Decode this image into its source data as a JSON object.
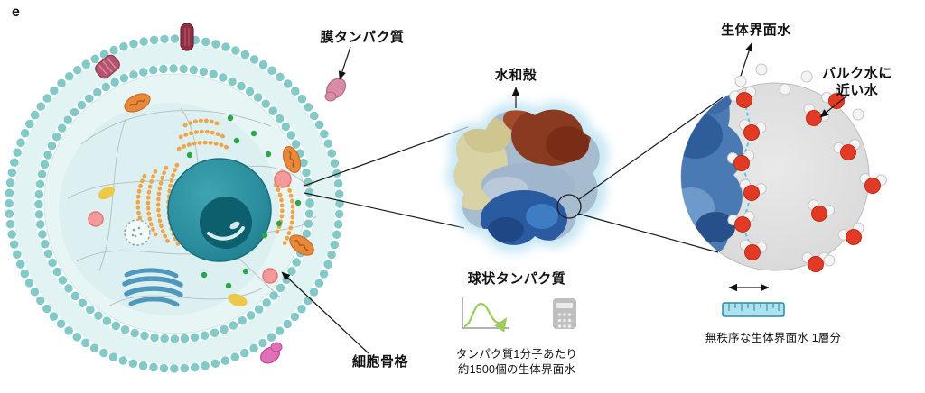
{
  "panel": {
    "label": "e"
  },
  "cell_panel": {
    "membrane_protein_label": "膜タンパク質",
    "cytoskeleton_label": "細胞骨格"
  },
  "protein_panel": {
    "hydration_shell_label": "水和殻",
    "title": "球状タンパク質",
    "caption_line1": "タンパク質1分子あたり",
    "caption_line2": "約1500個の生体界面水"
  },
  "zoom_panel": {
    "interfacial_water_label": "生体界面水",
    "bulk_water_line1": "バルク水に",
    "bulk_water_line2": "近い水",
    "scale_caption": "無秩序な生体界面水 1層分"
  },
  "colors": {
    "membrane_teal": "#82c9c7",
    "nucleus_teal": "#2a8c9c",
    "nucleus_dark": "#0d5f6e",
    "golgi_orange": "#f0a348",
    "hydration_blue": "#c9e8f6",
    "surface_blue": "#4a7ab3",
    "interface_red": "#e23b25",
    "bond_cyan": "#49cdea",
    "bulk_grey": "#d9d9d9",
    "ruler_teal": "#ade2ee"
  }
}
